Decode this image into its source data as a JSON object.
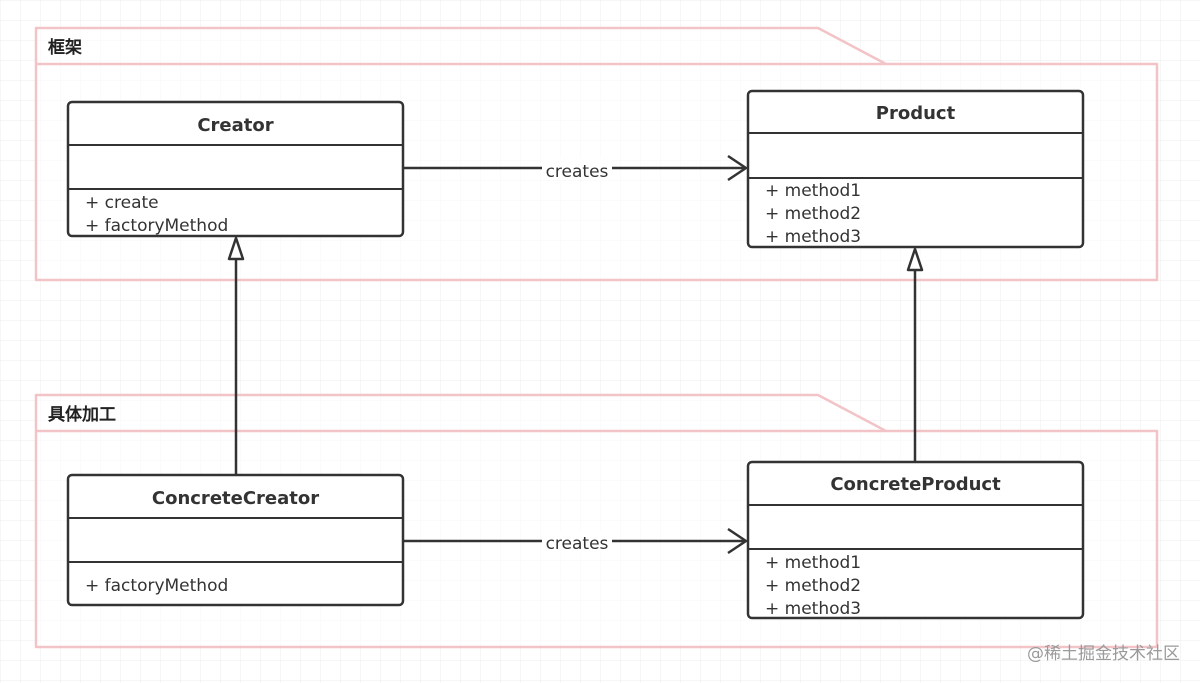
{
  "packages": {
    "framework": {
      "label": "框架"
    },
    "concrete": {
      "label": "具体加工"
    }
  },
  "classes": {
    "creator": {
      "name": "Creator",
      "methods": [
        "+ create",
        "+ factoryMethod"
      ]
    },
    "product": {
      "name": "Product",
      "methods": [
        "+ method1",
        "+ method2",
        "+ method3"
      ]
    },
    "concrete_creator": {
      "name": "ConcreteCreator",
      "methods": [
        "+ factoryMethod"
      ]
    },
    "concrete_product": {
      "name": "ConcreteProduct",
      "methods": [
        "+ method1",
        "+ method2",
        "+ method3"
      ]
    }
  },
  "relations": {
    "framework_creates": {
      "label": "creates"
    },
    "concrete_creates": {
      "label": "creates"
    }
  },
  "watermark": {
    "text": "@稀土掘金技术社区"
  },
  "colors": {
    "package_border": "#f2c4c8",
    "class_border": "#333333",
    "grid_line": "#ececec",
    "arrow": "#333333"
  }
}
